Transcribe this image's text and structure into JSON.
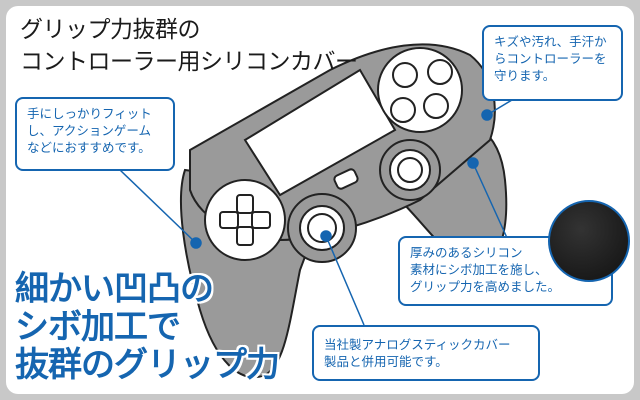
{
  "title": {
    "line1": "グリップ力抜群の",
    "line2": "コントローラー用シリコンカバー"
  },
  "callouts": {
    "protect": [
      "キズや汚れ、手汗か",
      "らコントローラーを",
      "守ります。"
    ],
    "fit": [
      "手にしっかりフィット",
      "し、アクションゲーム",
      "などにおすすめです。"
    ],
    "material": [
      "厚みのあるシリコン",
      "素材にシボ加工を施し、",
      "グリップ力を高めました。"
    ],
    "compat": [
      "当社製アナログスティックカバー",
      "製品と併用可能です。"
    ]
  },
  "headline": [
    "細かい凹凸の",
    "シボ加工で",
    "抜群のグリップ力"
  ],
  "colors": {
    "accent": "#1565b0",
    "cover": "#9a9a9a",
    "frame": "#c8c8c8"
  }
}
